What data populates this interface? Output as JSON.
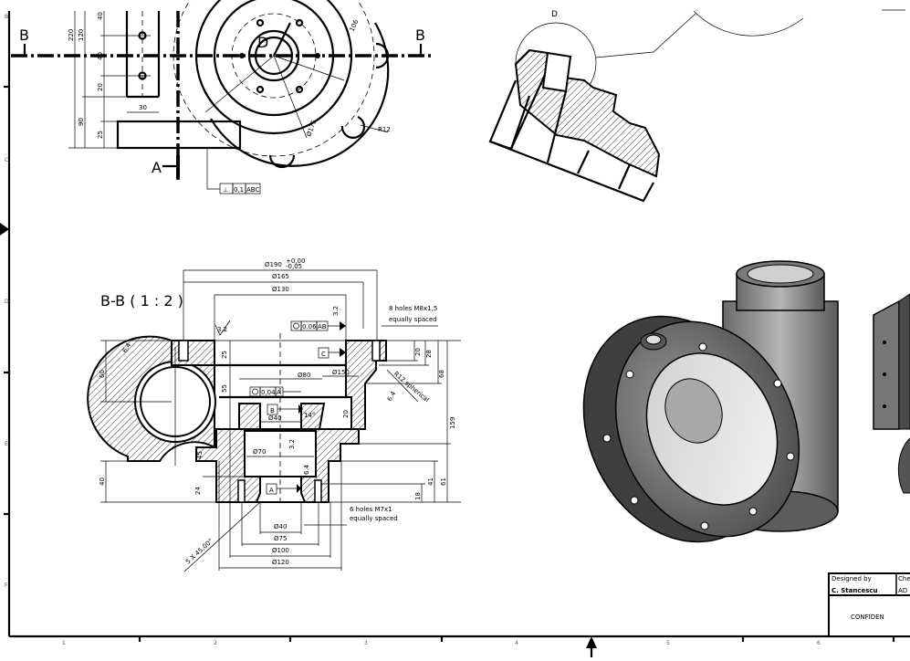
{
  "border": {
    "row_letters": [
      "B",
      "C",
      "D",
      "E",
      "F"
    ],
    "col_numbers": [
      "1",
      "2",
      "3",
      "4",
      "5",
      "6"
    ]
  },
  "top_view": {
    "section_marks": [
      "B",
      "B"
    ],
    "datum_view": "A",
    "detail_marker": "D",
    "dims": {
      "d220": "220",
      "d120": "120",
      "d40a": "40",
      "d40b": "40",
      "d20": "20",
      "d90": "90",
      "d25": "25",
      "d30": "30",
      "d175": "Ø175",
      "d106": "106",
      "r12": "R12"
    },
    "gdt": {
      "symbol": "⊥",
      "tolerance": "0,1",
      "datums": "ABC"
    }
  },
  "section": {
    "title": "B-B ( 1 : 2 )",
    "dia190": "Ø190",
    "tol_upper": "+0,00",
    "tol_lower": "-0,05",
    "dia165": "Ø165",
    "dia130": "Ø130",
    "rough_top": "3.2",
    "rough_flange": "3.2",
    "rough_left": "6.4",
    "rough_right": "6.4",
    "rough_bore": "3.2",
    "rough_bore2": "6.4",
    "holes_top": [
      "8 holes M8x1,5",
      "equally spaced"
    ],
    "gdt1": {
      "tolerance": "0.06",
      "datums": "AB"
    },
    "datum_c": "C",
    "d25": "25",
    "d20a": "20",
    "d28": "28",
    "d68": "68",
    "d159": "159",
    "d60": "60",
    "d55": "55",
    "dia80": "Ø80",
    "dia150": "Ø150",
    "r12": "R12 spherical",
    "gdt2": {
      "tolerance": "0,04",
      "datums": "A"
    },
    "datum_b": "B",
    "dia40a": "Ø40",
    "angle": "14°",
    "d20b": "20",
    "dia70": "Ø70",
    "d45": "45",
    "d40": "40",
    "d24": "24",
    "datum_a": "A",
    "d18": "18",
    "d41": "41",
    "d61": "61",
    "holes_bottom": [
      "6 holes M7x1",
      "equally spaced"
    ],
    "dia40b": "Ø40",
    "dia75": "Ø75",
    "dia100": "Ø100",
    "dia120": "Ø120",
    "chamfer": "5 X 45,00°"
  },
  "detail": {
    "label": "D"
  },
  "title_block": {
    "designed_by_label": "Designed by",
    "designer": "C. Stancescu",
    "checked_label": "Che",
    "checker": "AD",
    "confidential": "CONFIDEN"
  }
}
